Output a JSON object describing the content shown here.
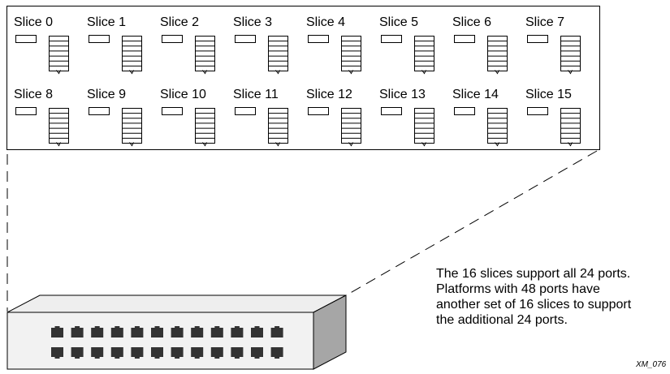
{
  "slices": [
    "Slice 0",
    "Slice 1",
    "Slice 2",
    "Slice 3",
    "Slice 4",
    "Slice 5",
    "Slice 6",
    "Slice 7",
    "Slice 8",
    "Slice 9",
    "Slice 10",
    "Slice 11",
    "Slice 12",
    "Slice 13",
    "Slice 14",
    "Slice 15"
  ],
  "caption": {
    "line1": "The 16 slices support all 24 ports.",
    "line2": "Platforms with 48 ports have",
    "line3": "another set of 16 slices to support",
    "line4": "the additional 24 ports."
  },
  "figure_id": "XM_076",
  "switch": {
    "ports_per_row": 12,
    "rows": 2
  },
  "colors": {
    "line": "#000000",
    "switch_top": "#eeeeee",
    "switch_front": "#f2f2f2",
    "switch_side": "#a6a6a6",
    "port": "#333333"
  }
}
